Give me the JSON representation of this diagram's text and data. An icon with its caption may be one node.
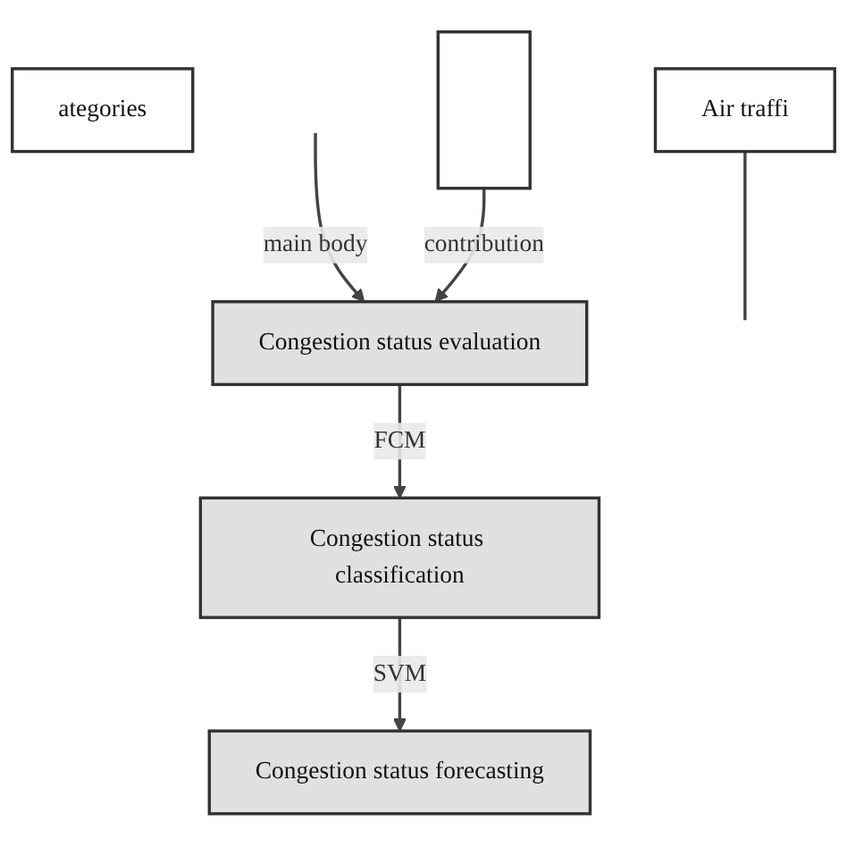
{
  "diagram": {
    "nodes": [
      {
        "text": [
          "ategories"
        ]
      },
      {
        "text": [
          "Air traffi"
        ]
      },
      {
        "text": [],
        "shape": "box"
      },
      {
        "text": [
          "Congestion status evaluation"
        ]
      },
      {
        "text": [
          "Congestion status classification"
        ]
      },
      {
        "text": [
          "Congestion status forecasting"
        ]
      }
    ],
    "edges": [
      {
        "from": null,
        "to": 3,
        "arrow": "to",
        "label": "main body"
      },
      {
        "from": 2,
        "to": 3,
        "arrow": "to",
        "label": "contribution"
      },
      {
        "from": 3,
        "to": 4,
        "arrow": "to",
        "label": "FCM"
      },
      {
        "from": 4,
        "to": 5,
        "arrow": "to",
        "label": "SVM"
      },
      {
        "from": 1,
        "to": null,
        "arrow": "none"
      }
    ]
  }
}
